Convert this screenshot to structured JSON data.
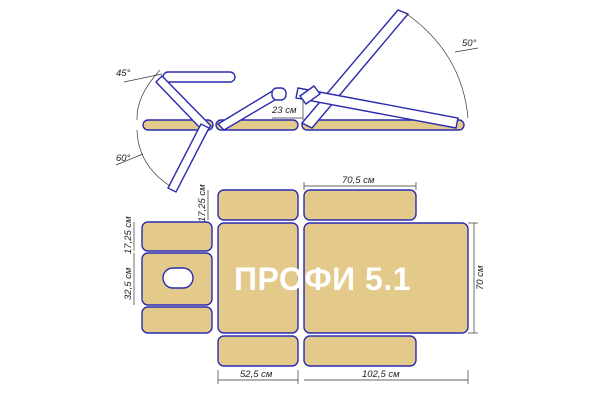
{
  "title": "ПРОФИ 5.1",
  "side_view": {
    "angles": {
      "head_up": "45°",
      "head_down": "60°",
      "back_up": "50°"
    },
    "gap_label": "23 см"
  },
  "dimensions": {
    "side_pad_height": "17,25 см",
    "head_side_height": "17,25 см",
    "head_middle_height": "32,5 см",
    "back_length": "70,5 см",
    "width": "70 см",
    "seat_length": "52,5 см",
    "back_section_length": "102,5 см"
  },
  "colors": {
    "pad_fill": "#e3c98a",
    "outline": "#2b2bb0",
    "text": "#222222"
  }
}
